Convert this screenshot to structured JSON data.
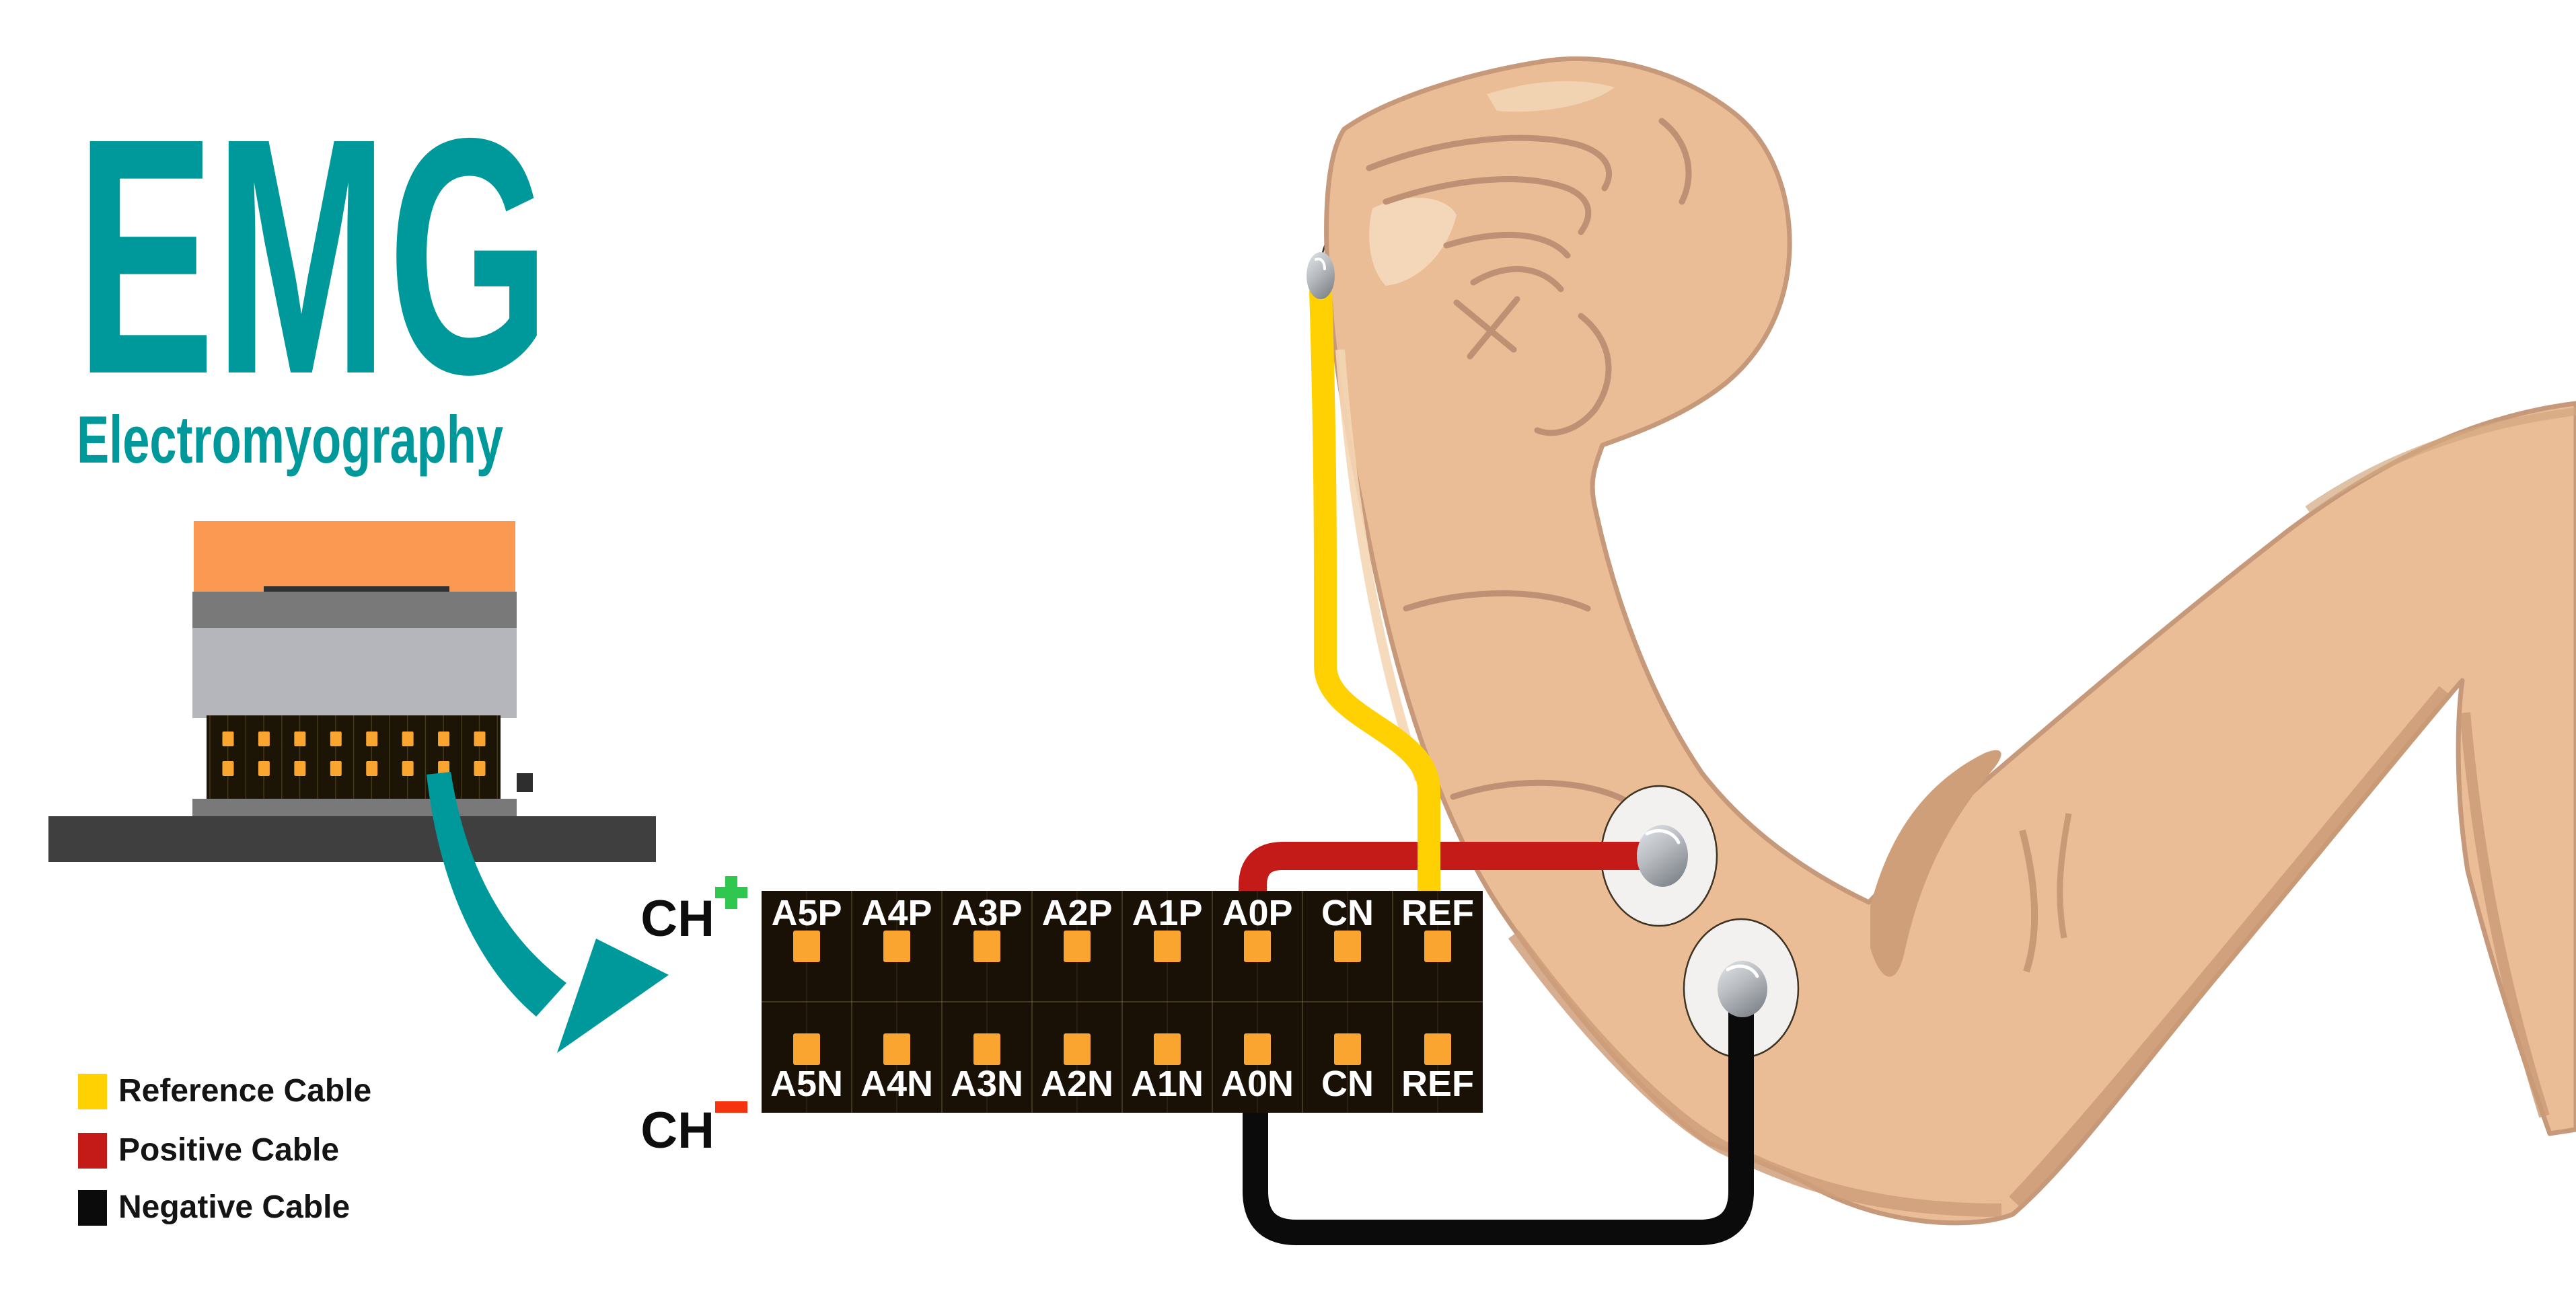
{
  "title": {
    "main": "EMG",
    "subtitle": "Electromyography"
  },
  "channels": {
    "positive_label": "CH",
    "positive_sign": "+",
    "negative_label": "CH",
    "negative_sign": "-"
  },
  "connector": {
    "top_row": [
      "A5P",
      "A4P",
      "A3P",
      "A2P",
      "A1P",
      "A0P",
      "CN",
      "REF"
    ],
    "bottom_row": [
      "A5N",
      "A4N",
      "A3N",
      "A2N",
      "A1N",
      "A0N",
      "CN",
      "REF"
    ]
  },
  "legend": {
    "items": [
      {
        "label": "Reference Cable",
        "color": "#FFD102"
      },
      {
        "label": "Positive Cable",
        "color": "#C41B18"
      },
      {
        "label": "Negative Cable",
        "color": "#0B0B0B"
      }
    ]
  },
  "colors": {
    "teal": "#00999B",
    "device_orange": "#FB9851",
    "pin_orange": "#F9A52F",
    "skin": "#EABD96",
    "skin_outline": "#C6997B",
    "cable_yellow": "#FFD102",
    "cable_red": "#C41B18",
    "cable_black": "#0B0B0B",
    "plus_green": "#2FC84F",
    "minus_red": "#F5330F"
  }
}
